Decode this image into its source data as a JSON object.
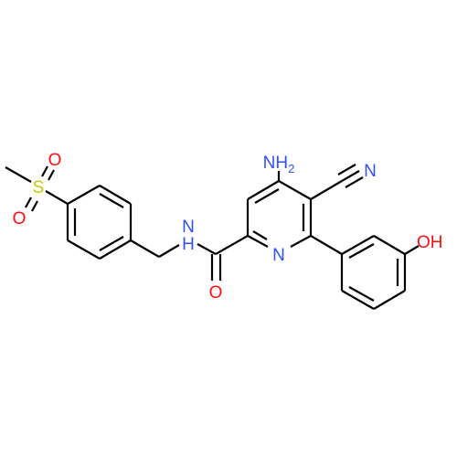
{
  "colors": {
    "bond": "#000000",
    "nitrogen": "#3050F8",
    "oxygen": "#FF0D0D",
    "sulfur": "#C8C800"
  },
  "atoms": {
    "nh2_n": "NH",
    "nh2_sub": "2",
    "nitrile_n": "N",
    "hydroxyl": "OH",
    "pyridine_n": "N",
    "amide_n": "N",
    "amide_h": "H",
    "carbonyl_o": "O",
    "sulfonyl_s": "S",
    "sulfonyl_o_top": "O",
    "sulfonyl_o_bottom": "O"
  }
}
